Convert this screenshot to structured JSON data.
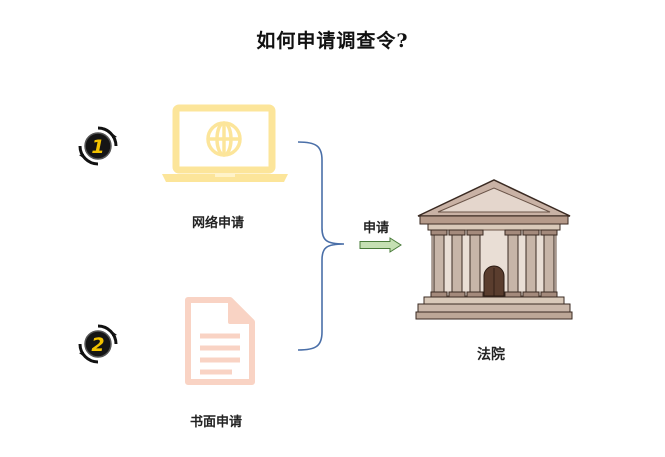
{
  "title": "如何申请调查令?",
  "steps": [
    {
      "number": "1",
      "label": "网络申请",
      "icon": "laptop-globe-icon"
    },
    {
      "number": "2",
      "label": "书面申请",
      "icon": "document-icon"
    }
  ],
  "arrow_label": "申请",
  "target": {
    "label": "法院",
    "icon": "courthouse-icon"
  },
  "colors": {
    "laptop": "#fce59a",
    "document": "#f9d3c4",
    "bracket": "#4a6fa8",
    "arrow_fill": "#c5e0b3",
    "arrow_stroke": "#4a7c3a",
    "badge_ring": "#111111",
    "badge_digit": "#f2c200",
    "building_stone": "#d9c9b9",
    "building_trim": "#b59a8a",
    "door": "#5a3d2e"
  }
}
